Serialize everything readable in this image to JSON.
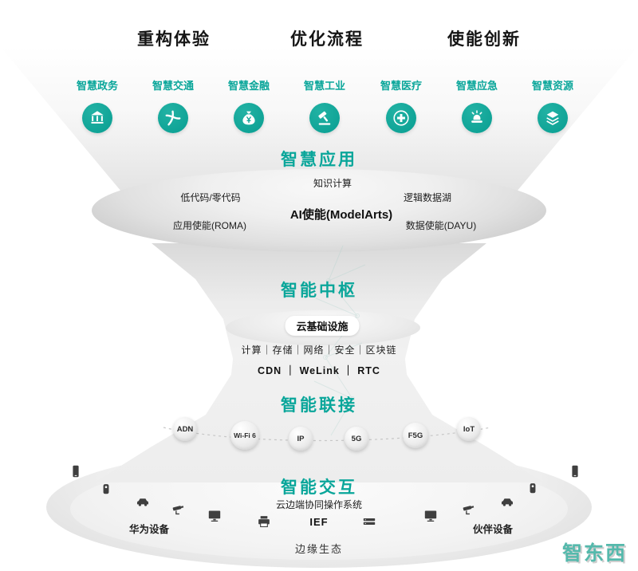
{
  "colors": {
    "accent": "#0fa396",
    "title_teal": "#0aa69a"
  },
  "benefit_headers": [
    "重构体验",
    "优化流程",
    "使能创新"
  ],
  "applications": [
    {
      "label": "智慧政务",
      "icon": "government"
    },
    {
      "label": "智慧交通",
      "icon": "traffic"
    },
    {
      "label": "智慧金融",
      "icon": "finance"
    },
    {
      "label": "智慧工业",
      "icon": "industry"
    },
    {
      "label": "智慧医疗",
      "icon": "medical"
    },
    {
      "label": "智慧应急",
      "icon": "emergency"
    },
    {
      "label": "智慧资源",
      "icon": "resource"
    }
  ],
  "smart_application": {
    "title": "智慧应用",
    "knowledge_computing": "知识计算",
    "low_code": "低代码/零代码",
    "logical_data_lake": "逻辑数据湖",
    "ai_enablement": "AI使能(ModelArts)",
    "app_enablement": "应用使能(ROMA)",
    "data_enablement": "数据使能(DAYU)"
  },
  "intelligent_hub": {
    "title": "智能中枢",
    "cloud_infrastructure": "云基础设施",
    "infra_items": "计算｜存储｜网络｜安全｜区块链",
    "services": "CDN ｜ WeLink ｜ RTC"
  },
  "intelligent_connection": {
    "title": "智能联接",
    "nodes": [
      "ADN",
      "Wi-Fi 6",
      "IP",
      "5G",
      "F5G",
      "IoT"
    ]
  },
  "intelligent_interaction": {
    "title": "智能交互",
    "os_label": "云边端协同操作系统",
    "os_name": "IEF",
    "huawei_devices": "华为设备",
    "partner_devices": "伙伴设备",
    "edge_ecosystem": "边缘生态"
  },
  "edge_devices": [
    "phone",
    "speaker",
    "car",
    "camera",
    "monitor",
    "printer",
    "switch",
    "monitor",
    "camera",
    "car",
    "speaker",
    "phone"
  ],
  "watermark": "智东西"
}
